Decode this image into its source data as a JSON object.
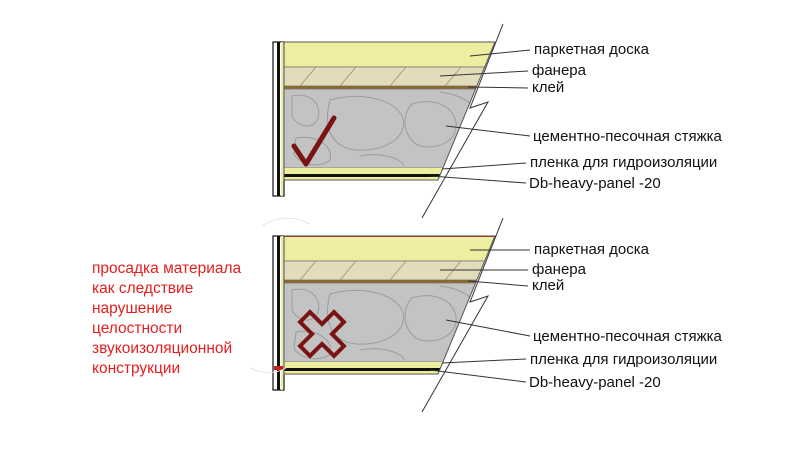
{
  "colors": {
    "parquet": "#eeeea0",
    "plywood": "#e3dcbb",
    "screed": "#c3c3c3",
    "adhesive": "#8a6a2a",
    "membrane": "#c81e1e",
    "panel": "#111111",
    "check_mark": "#7a1414",
    "cross_mark": "#7a1414",
    "warning_text": "#e61e1e"
  },
  "diagrams": [
    {
      "state": "ok",
      "mark_icon": "check-icon",
      "layers": [
        "паркетная доска",
        "фанера",
        "клей",
        "цементно-песочная стяжка",
        "пленка для гидроизоляции",
        "Db-heavy-panel -20"
      ]
    },
    {
      "state": "defect",
      "mark_icon": "cross-icon",
      "layers": [
        "паркетная доска",
        "фанера",
        "клей",
        "цементно-песочная стяжка",
        "пленка для гидроизоляции",
        "Db-heavy-panel -20"
      ]
    }
  ],
  "warning": {
    "lines": [
      "просадка материала",
      "как следствие",
      "нарушение",
      "целостности",
      "звукоизоляционной",
      "конструкции"
    ]
  }
}
